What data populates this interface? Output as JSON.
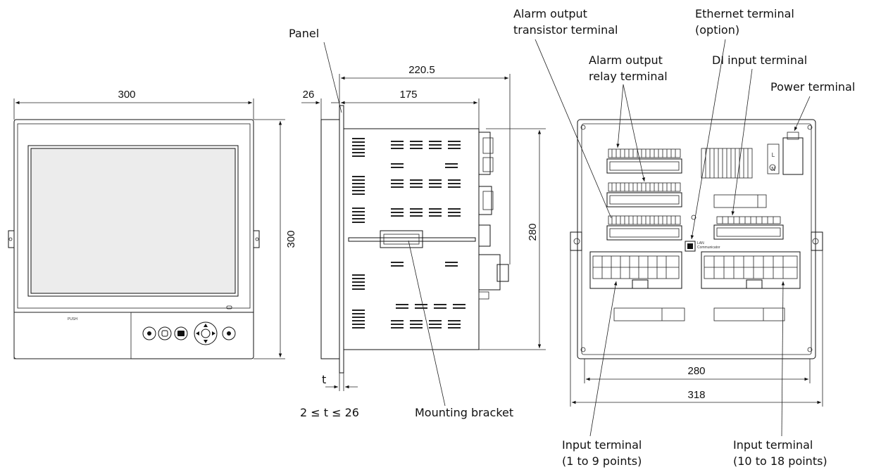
{
  "dimensions": {
    "front_width": "300",
    "front_height": "300",
    "side_total_depth": "220.5",
    "side_body_depth": "175",
    "side_front_depth": "26",
    "side_height": "280",
    "panel_thickness_symbol": "t",
    "panel_thickness_range": "2 ≤ t ≤ 26",
    "rear_inner_width": "280",
    "rear_outer_width": "318"
  },
  "labels": {
    "panel": "Panel",
    "mounting_bracket": "Mounting bracket",
    "alarm_transistor_line1": "Alarm output",
    "alarm_transistor_line2": "transistor terminal",
    "alarm_relay_line1": "Alarm output",
    "alarm_relay_line2": "relay terminal",
    "ethernet_line1": "Ethernet terminal",
    "ethernet_line2": "(option)",
    "di_input": "DI input terminal",
    "power": "Power terminal",
    "input_a_line1": "Input terminal",
    "input_a_line2": "(1 to 9 points)",
    "input_b_line1": "Input terminal",
    "input_b_line2": "(10 to 18 points)"
  },
  "device_text": {
    "push": "PUSH",
    "lan_line1": "LAN",
    "lan_line2": "Communicator",
    "power_L": "L",
    "power_N": "N"
  },
  "colors": {
    "line": "#111111",
    "screen": "#e6e6e6",
    "bezel": "#ffffff"
  }
}
